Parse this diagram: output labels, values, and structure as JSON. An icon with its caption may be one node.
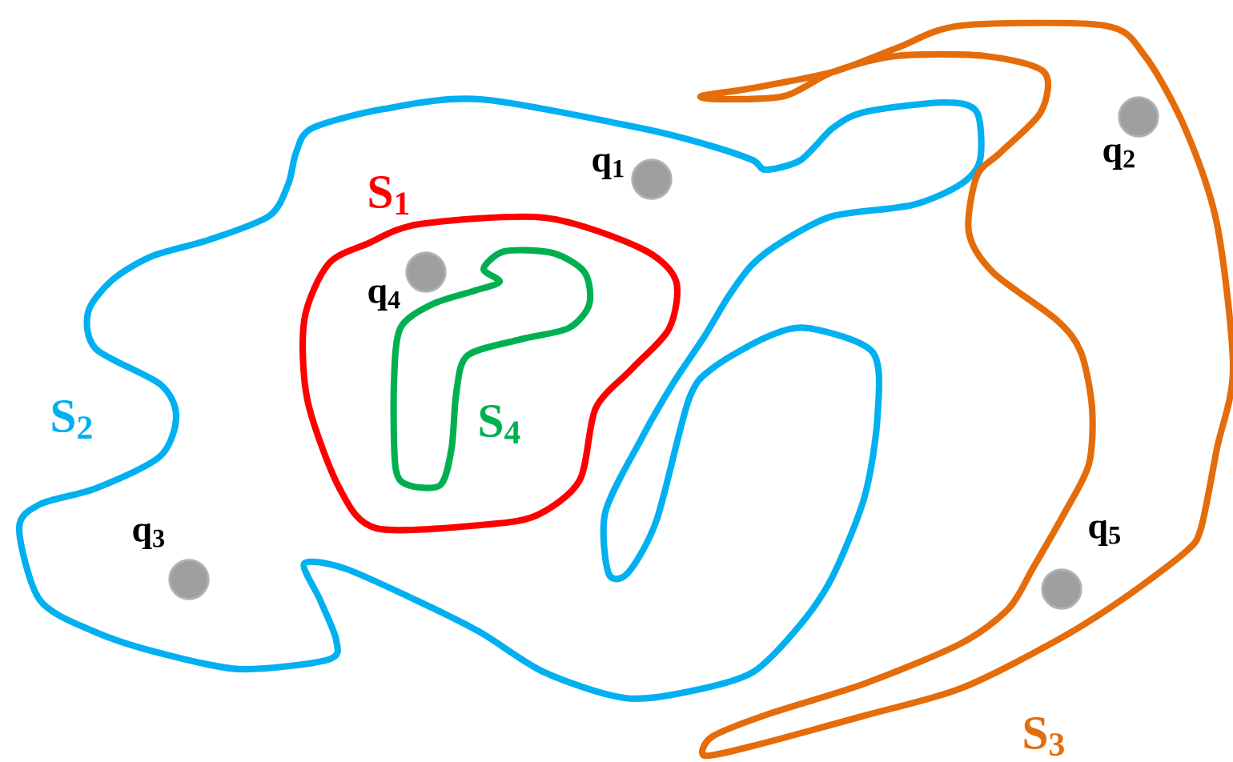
{
  "diagram": {
    "nodes": [
      {
        "text": [
          "S$_{2}$"
        ]
      },
      {
        "text": [
          "S$_{1}$"
        ],
        "in": 0
      },
      {
        "text": [
          "S$_{4}$"
        ],
        "in": 1
      },
      {
        "text": [],
        "shape": "circle",
        "beside": [
          "q$_{1}$"
        ],
        "in": 0
      },
      {
        "text": [],
        "shape": "circle",
        "beside": [
          "q$_{4}$"
        ],
        "in": 1
      },
      {
        "text": [],
        "shape": "circle",
        "beside": [
          "q$_{3}$"
        ],
        "in": 0
      },
      {
        "text": [
          "S$_{3}$"
        ]
      },
      {
        "text": [],
        "shape": "circle",
        "beside": [
          "q$_{2}$"
        ],
        "in": 6
      },
      {
        "text": [],
        "shape": "circle",
        "beside": [
          "q$_{5}$"
        ],
        "in": 6
      }
    ]
  }
}
